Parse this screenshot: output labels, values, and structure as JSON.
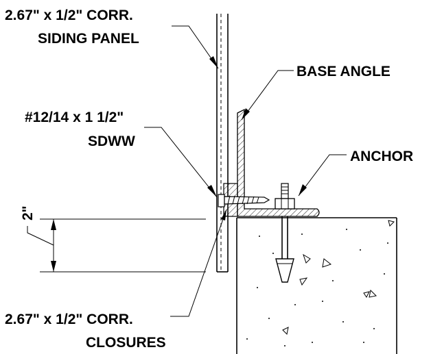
{
  "labels": {
    "panel_line1": "2.67\" x 1/2\" CORR.",
    "panel_line2": "SIDING PANEL",
    "base_angle": "BASE ANGLE",
    "screw_line1": "#12/14 x 1 1/2\"",
    "screw_line2": "SDWW",
    "anchor": "ANCHOR",
    "dimension": "2\"",
    "closures_line1": "2.67\" x 1/2\" CORR.",
    "closures_line2": "CLOSURES"
  }
}
